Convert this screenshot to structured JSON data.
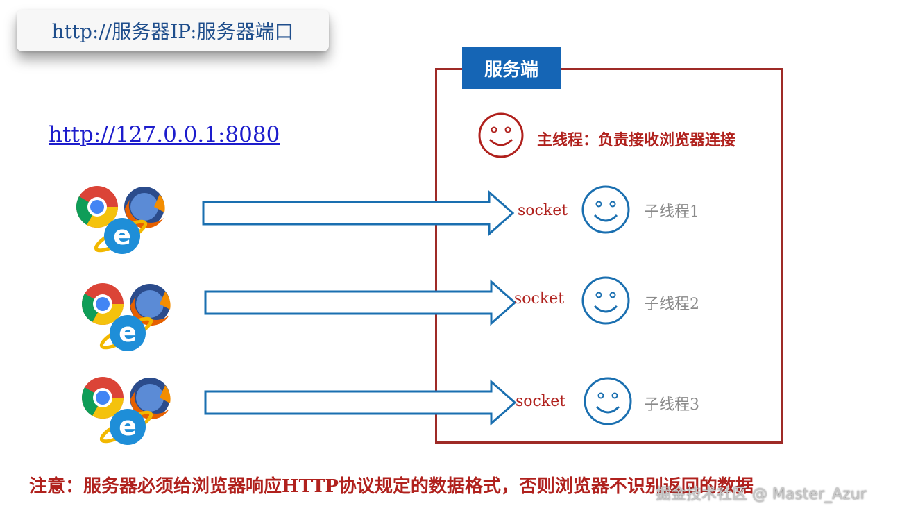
{
  "title": "http://服务器IP:服务器端口",
  "url": "http://127.0.0.1:8080",
  "server": {
    "label": "服务端",
    "main_thread": "主线程：负责接收浏览器连接"
  },
  "connections": [
    {
      "socket": "socket",
      "thread": "子线程1"
    },
    {
      "socket": "socket",
      "thread": "子线程2"
    },
    {
      "socket": "socket",
      "thread": "子线程3"
    }
  ],
  "note": "注意：服务器必须给浏览器响应HTTP协议规定的数据格式，否则浏览器不识别返回的数据",
  "watermark": "掘金技术社区 @ Master_Azur",
  "colors": {
    "accent_blue": "#1565b5",
    "frame_red": "#9e2a26",
    "text_red": "#b0211d",
    "arrow_blue": "#1a6fb0"
  },
  "icons": [
    "chrome-icon",
    "firefox-icon",
    "ie-icon",
    "smiley-icon",
    "arrow-right-icon"
  ]
}
